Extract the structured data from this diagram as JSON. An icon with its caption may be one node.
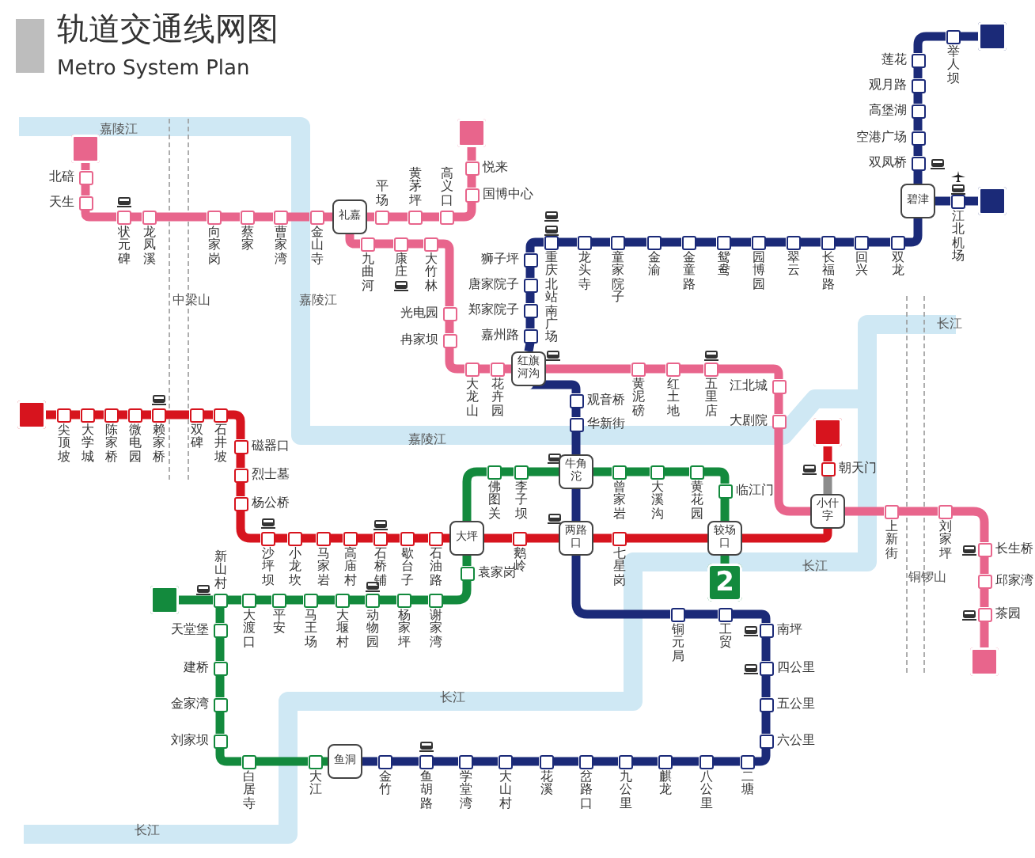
{
  "diagram": {
    "title": "轨道交通线网图",
    "nodes": [
      {
        "text": [],
        "shape": "box"
      },
      {
        "text": [],
        "shape": "box",
        "beside": [
          "北碚"
        ]
      },
      {
        "text": [],
        "shape": "box",
        "beside": [
          "天生"
        ]
      },
      {
        "text": [],
        "shape": "box",
        "beside": [
          "状元碑"
        ]
      },
      {
        "text": [],
        "shape": "box",
        "beside": [
          "龙凤溪"
        ]
      },
      {
        "text": [],
        "shape": "box",
        "beside": [
          "向家岗"
        ]
      },
      {
        "text": [],
        "shape": "box",
        "beside": [
          "蔡家"
        ]
      },
      {
        "text": [],
        "shape": "box",
        "beside": [
          "曹家湾"
        ]
      },
      {
        "text": [],
        "shape": "box",
        "beside": [
          "金山寺"
        ]
      },
      {
        "text": [
          "礼嘉"
        ]
      },
      {
        "text": [],
        "shape": "box",
        "beside": [
          "平场"
        ]
      },
      {
        "text": [],
        "shape": "box",
        "beside": [
          "黄茅坪"
        ]
      },
      {
        "text": [],
        "shape": "box",
        "beside": [
          "高义口"
        ]
      },
      {
        "text": [],
        "shape": "box",
        "beside": [
          "国博中心"
        ]
      },
      {
        "text": [],
        "shape": "box",
        "beside": [
          "悦来"
        ]
      },
      {
        "text": [],
        "shape": "box"
      },
      {
        "text": [],
        "shape": "box",
        "beside": [
          "九曲河"
        ]
      },
      {
        "text": [],
        "shape": "box",
        "beside": [
          "康庄"
        ]
      },
      {
        "text": [],
        "shape": "box",
        "beside": [
          "大竹林"
        ]
      },
      {
        "text": [],
        "shape": "box",
        "beside": [
          "光电园"
        ]
      },
      {
        "text": [],
        "shape": "box",
        "beside": [
          "冉家坝"
        ]
      },
      {
        "text": [],
        "shape": "box",
        "beside": [
          "大龙山"
        ]
      },
      {
        "text": [],
        "shape": "box",
        "beside": [
          "花卉园"
        ]
      },
      {
        "text": [
          "红旗河沟"
        ]
      },
      {
        "text": [],
        "shape": "box",
        "beside": [
          "黄泥磅"
        ]
      },
      {
        "text": [],
        "shape": "box",
        "beside": [
          "红土地"
        ]
      },
      {
        "text": [],
        "shape": "box",
        "beside": [
          "五里店"
        ]
      },
      {
        "text": [],
        "shape": "box",
        "beside": [
          "江北城"
        ]
      },
      {
        "text": [],
        "shape": "box",
        "beside": [
          "大剧院"
        ]
      },
      {
        "text": [
          "小什字"
        ]
      },
      {
        "text": [],
        "shape": "box",
        "beside": [
          "上新街"
        ]
      },
      {
        "text": [],
        "shape": "box",
        "beside": [
          "刘家坪"
        ]
      },
      {
        "text": [],
        "shape": "box",
        "beside": [
          "长生桥"
        ]
      },
      {
        "text": [],
        "shape": "box",
        "beside": [
          "邱家湾"
        ]
      },
      {
        "text": [],
        "shape": "box",
        "beside": [
          "茶园"
        ]
      },
      {
        "text": [],
        "shape": "box"
      },
      {
        "text": [],
        "shape": "box"
      },
      {
        "text": [],
        "shape": "box",
        "beside": [
          "朝天门"
        ]
      },
      {
        "text": [],
        "shape": "box"
      },
      {
        "text": [],
        "shape": "box",
        "beside": [
          "尖顶坡"
        ]
      },
      {
        "text": [],
        "shape": "box",
        "beside": [
          "大学城"
        ]
      },
      {
        "text": [],
        "shape": "box",
        "beside": [
          "陈家桥"
        ]
      },
      {
        "text": [],
        "shape": "box",
        "beside": [
          "微电园"
        ]
      },
      {
        "text": [],
        "shape": "box",
        "beside": [
          "赖家桥"
        ]
      },
      {
        "text": [],
        "shape": "box",
        "beside": [
          "双碑"
        ]
      },
      {
        "text": [],
        "shape": "box",
        "beside": [
          "石井坡"
        ]
      },
      {
        "text": [],
        "shape": "box",
        "beside": [
          "磁器口"
        ]
      },
      {
        "text": [],
        "shape": "box",
        "beside": [
          "烈士墓"
        ]
      },
      {
        "text": [],
        "shape": "box",
        "beside": [
          "杨公桥"
        ]
      },
      {
        "text": [],
        "shape": "box",
        "beside": [
          "沙坪坝"
        ]
      },
      {
        "text": [],
        "shape": "box",
        "beside": [
          "小龙坎"
        ]
      },
      {
        "text": [],
        "shape": "box",
        "beside": [
          "马家岩"
        ]
      },
      {
        "text": [],
        "shape": "box",
        "beside": [
          "高庙村"
        ]
      },
      {
        "text": [],
        "shape": "box",
        "beside": [
          "石桥铺"
        ]
      },
      {
        "text": [],
        "shape": "box",
        "beside": [
          "歇台子"
        ]
      },
      {
        "text": [],
        "shape": "box",
        "beside": [
          "石油路"
        ]
      },
      {
        "text": [
          "大坪"
        ]
      },
      {
        "text": [],
        "shape": "box",
        "beside": [
          "鹅岭"
        ]
      },
      {
        "text": [
          "两路口"
        ]
      },
      {
        "text": [],
        "shape": "box",
        "beside": [
          "七星岗"
        ]
      },
      {
        "text": [
          "较场口"
        ]
      },
      {
        "text": [],
        "shape": "box"
      },
      {
        "text": [],
        "shape": "box",
        "beside": [
          "举人坝"
        ]
      },
      {
        "text": [],
        "shape": "box",
        "beside": [
          "莲花"
        ]
      },
      {
        "text": [],
        "shape": "box",
        "beside": [
          "观月路"
        ]
      },
      {
        "text": [],
        "shape": "box",
        "beside": [
          "高堡湖"
        ]
      },
      {
        "text": [],
        "shape": "box",
        "beside": [
          "空港广场"
        ]
      },
      {
        "text": [],
        "shape": "box",
        "beside": [
          "双凤桥"
        ]
      },
      {
        "text": [
          "碧津"
        ]
      },
      {
        "text": [],
        "shape": "box",
        "beside": [
          "江北机场"
        ]
      },
      {
        "text": [],
        "shape": "box"
      },
      {
        "text": [],
        "shape": "box",
        "beside": [
          "双龙"
        ]
      },
      {
        "text": [],
        "shape": "box",
        "beside": [
          "回兴"
        ]
      },
      {
        "text": [],
        "shape": "box",
        "beside": [
          "长福路"
        ]
      },
      {
        "text": [],
        "shape": "box",
        "beside": [
          "翠云"
        ]
      },
      {
        "text": [],
        "shape": "box",
        "beside": [
          "园博园"
        ]
      },
      {
        "text": [],
        "shape": "box",
        "beside": [
          "鸳鸯"
        ]
      },
      {
        "text": [],
        "shape": "box",
        "beside": [
          "金童路"
        ]
      },
      {
        "text": [],
        "shape": "box",
        "beside": [
          "金渝"
        ]
      },
      {
        "text": [],
        "shape": "box",
        "beside": [
          "童家院子"
        ]
      },
      {
        "text": [],
        "shape": "box",
        "beside": [
          "龙头寺"
        ]
      },
      {
        "text": [],
        "shape": "box",
        "beside": [
          "重庆北站南广场"
        ]
      },
      {
        "text": [],
        "shape": "box",
        "beside": [
          "狮子坪"
        ]
      },
      {
        "text": [],
        "shape": "box",
        "beside": [
          "唐家院子"
        ]
      },
      {
        "text": [],
        "shape": "box",
        "beside": [
          "郑家院子"
        ]
      },
      {
        "text": [],
        "shape": "box",
        "beside": [
          "嘉州路"
        ]
      },
      {
        "text": [],
        "shape": "box",
        "beside": [
          "观音桥"
        ]
      },
      {
        "text": [],
        "shape": "box",
        "beside": [
          "华新街"
        ]
      },
      {
        "text": [
          "牛角沱"
        ]
      },
      {
        "text": [],
        "shape": "box",
        "beside": [
          "铜元局"
        ]
      },
      {
        "text": [],
        "shape": "box",
        "beside": [
          "工贸"
        ]
      },
      {
        "text": [],
        "shape": "box",
        "beside": [
          "南坪"
        ]
      },
      {
        "text": [],
        "shape": "box",
        "beside": [
          "四公里"
        ]
      },
      {
        "text": [],
        "shape": "box",
        "beside": [
          "五公里"
        ]
      },
      {
        "text": [],
        "shape": "box",
        "beside": [
          "六公里"
        ]
      },
      {
        "text": [],
        "shape": "box",
        "beside": [
          "二塘"
        ]
      },
      {
        "text": [],
        "shape": "box",
        "beside": [
          "八公里"
        ]
      },
      {
        "text": [],
        "shape": "box",
        "beside": [
          "麒龙"
        ]
      },
      {
        "text": [],
        "shape": "box",
        "beside": [
          "九公里"
        ]
      },
      {
        "text": [],
        "shape": "box",
        "beside": [
          "岔路口"
        ]
      },
      {
        "text": [],
        "shape": "box",
        "beside": [
          "花溪"
        ]
      },
      {
        "text": [],
        "shape": "box",
        "beside": [
          "大山村"
        ]
      },
      {
        "text": [],
        "shape": "box",
        "beside": [
          "学堂湾"
        ]
      },
      {
        "text": [],
        "shape": "box",
        "beside": [
          "鱼胡路"
        ]
      },
      {
        "text": [],
        "shape": "box",
        "beside": [
          "金竹"
        ]
      },
      {
        "text": [
          "鱼洞"
        ]
      },
      {
        "text": [
          "2"
        ]
      },
      {
        "text": [],
        "shape": "box",
        "beside": [
          "临江门"
        ]
      },
      {
        "text": [],
        "shape": "box",
        "beside": [
          "黄花园"
        ]
      },
      {
        "text": [],
        "shape": "box",
        "beside": [
          "大溪沟"
        ]
      },
      {
        "text": [],
        "shape": "box",
        "beside": [
          "曾家岩"
        ]
      },
      {
        "text": [],
        "shape": "box",
        "beside": [
          "李子坝"
        ]
      },
      {
        "text": [],
        "shape": "box",
        "beside": [
          "佛图关"
        ]
      },
      {
        "text": [],
        "shape": "box",
        "beside": [
          "袁家岗"
        ]
      },
      {
        "text": [],
        "shape": "box",
        "beside": [
          "谢家湾"
        ]
      },
      {
        "text": [],
        "shape": "box",
        "beside": [
          "杨家坪"
        ]
      },
      {
        "text": [],
        "shape": "box",
        "beside": [
          "动物园"
        ]
      },
      {
        "text": [],
        "shape": "box",
        "beside": [
          "大堰村"
        ]
      },
      {
        "text": [],
        "shape": "box",
        "beside": [
          "马王场"
        ]
      },
      {
        "text": [],
        "shape": "box",
        "beside": [
          "平安"
        ]
      },
      {
        "text": [],
        "shape": "box",
        "beside": [
          "大渡口"
        ]
      },
      {
        "text": [],
        "shape": "box",
        "beside": [
          "新山村"
        ]
      },
      {
        "text": [],
        "shape": "box"
      },
      {
        "text": [],
        "shape": "box",
        "beside": [
          "天堂堡"
        ]
      },
      {
        "text": [],
        "shape": "box",
        "beside": [
          "建桥"
        ]
      },
      {
        "text": [],
        "shape": "box",
        "beside": [
          "金家湾"
        ]
      },
      {
        "text": [],
        "shape": "box",
        "beside": [
          "刘家坝"
        ]
      },
      {
        "text": [],
        "shape": "box",
        "beside": [
          "白居寺"
        ]
      },
      {
        "text": [],
        "shape": "box",
        "beside": [
          "大江"
        ]
      }
    ],
    "edges": [
      {
        "from": 0,
        "to": 1,
        "arrow": "none",
        "color": "#e8658c"
      },
      {
        "from": 1,
        "to": 2,
        "arrow": "none",
        "color": "#e8658c"
      },
      {
        "from": 2,
        "to": 3,
        "arrow": "none",
        "color": "#e8658c"
      },
      {
        "from": 3,
        "to": 4,
        "arrow": "none",
        "color": "#e8658c"
      },
      {
        "from": 4,
        "to": 5,
        "arrow": "none",
        "color": "#e8658c"
      },
      {
        "from": 5,
        "to": 6,
        "arrow": "none",
        "color": "#e8658c"
      },
      {
        "from": 6,
        "to": 7,
        "arrow": "none",
        "color": "#e8658c"
      },
      {
        "from": 7,
        "to": 8,
        "arrow": "none",
        "color": "#e8658c"
      },
      {
        "from": 8,
        "to": 9,
        "arrow": "none",
        "color": "#e8658c"
      },
      {
        "from": 9,
        "to": 10,
        "arrow": "none",
        "color": "#e8658c"
      },
      {
        "from": 10,
        "to": 11,
        "arrow": "none",
        "color": "#e8658c"
      },
      {
        "from": 11,
        "to": 12,
        "arrow": "none",
        "color": "#e8658c"
      },
      {
        "from": 12,
        "to": 13,
        "arrow": "none",
        "color": "#e8658c"
      },
      {
        "from": 13,
        "to": 14,
        "arrow": "none",
        "color": "#e8658c"
      },
      {
        "from": 14,
        "to": 15,
        "arrow": "none",
        "color": "#e8658c"
      },
      {
        "from": 9,
        "to": 16,
        "arrow": "none",
        "color": "#e8658c"
      },
      {
        "from": 16,
        "to": 17,
        "arrow": "none",
        "color": "#e8658c"
      },
      {
        "from": 17,
        "to": 18,
        "arrow": "none",
        "color": "#e8658c"
      },
      {
        "from": 18,
        "to": 19,
        "arrow": "none",
        "color": "#e8658c"
      },
      {
        "from": 19,
        "to": 20,
        "arrow": "none",
        "color": "#e8658c"
      },
      {
        "from": 20,
        "to": 21,
        "arrow": "none",
        "color": "#e8658c"
      },
      {
        "from": 21,
        "to": 22,
        "arrow": "none",
        "color": "#e8658c"
      },
      {
        "from": 22,
        "to": 23,
        "arrow": "none",
        "color": "#e8658c"
      },
      {
        "from": 23,
        "to": 24,
        "arrow": "none",
        "color": "#e8658c"
      },
      {
        "from": 24,
        "to": 25,
        "arrow": "none",
        "color": "#e8658c"
      },
      {
        "from": 25,
        "to": 26,
        "arrow": "none",
        "color": "#e8658c"
      },
      {
        "from": 26,
        "to": 27,
        "arrow": "none",
        "color": "#e8658c"
      },
      {
        "from": 27,
        "to": 28,
        "arrow": "none",
        "color": "#e8658c"
      },
      {
        "from": 28,
        "to": 29,
        "arrow": "none",
        "color": "#e8658c"
      },
      {
        "from": 29,
        "to": 30,
        "arrow": "none",
        "color": "#e8658c"
      },
      {
        "from": 30,
        "to": 31,
        "arrow": "none",
        "color": "#e8658c"
      },
      {
        "from": 31,
        "to": 32,
        "arrow": "none",
        "color": "#e8658c"
      },
      {
        "from": 32,
        "to": 33,
        "arrow": "none",
        "color": "#e8658c"
      },
      {
        "from": 33,
        "to": 34,
        "arrow": "none",
        "color": "#e8658c"
      },
      {
        "from": 34,
        "to": 35,
        "arrow": "none",
        "color": "#e8658c"
      },
      {
        "from": 36,
        "to": 37,
        "arrow": "none",
        "color": "#d7141e"
      },
      {
        "from": 37,
        "to": 29,
        "arrow": "none",
        "color": "#8c8c8c"
      },
      {
        "from": 38,
        "to": 39,
        "arrow": "none",
        "color": "#d7141e"
      },
      {
        "from": 39,
        "to": 40,
        "arrow": "none",
        "color": "#d7141e"
      },
      {
        "from": 40,
        "to": 41,
        "arrow": "none",
        "color": "#d7141e"
      },
      {
        "from": 41,
        "to": 42,
        "arrow": "none",
        "color": "#d7141e"
      },
      {
        "from": 42,
        "to": 43,
        "arrow": "none",
        "color": "#d7141e"
      },
      {
        "from": 43,
        "to": 44,
        "arrow": "none",
        "color": "#d7141e"
      },
      {
        "from": 44,
        "to": 45,
        "arrow": "none",
        "color": "#d7141e"
      },
      {
        "from": 45,
        "to": 46,
        "arrow": "none",
        "color": "#d7141e"
      },
      {
        "from": 46,
        "to": 47,
        "arrow": "none",
        "color": "#d7141e"
      },
      {
        "from": 47,
        "to": 48,
        "arrow": "none",
        "color": "#d7141e"
      },
      {
        "from": 48,
        "to": 49,
        "arrow": "none",
        "color": "#d7141e"
      },
      {
        "from": 49,
        "to": 50,
        "arrow": "none",
        "color": "#d7141e"
      },
      {
        "from": 50,
        "to": 51,
        "arrow": "none",
        "color": "#d7141e"
      },
      {
        "from": 51,
        "to": 52,
        "arrow": "none",
        "color": "#d7141e"
      },
      {
        "from": 52,
        "to": 53,
        "arrow": "none",
        "color": "#d7141e"
      },
      {
        "from": 53,
        "to": 54,
        "arrow": "none",
        "color": "#d7141e"
      },
      {
        "from": 54,
        "to": 55,
        "arrow": "none",
        "color": "#d7141e"
      },
      {
        "from": 55,
        "to": 56,
        "arrow": "none",
        "color": "#d7141e"
      },
      {
        "from": 56,
        "to": 57,
        "arrow": "none",
        "color": "#d7141e"
      },
      {
        "from": 57,
        "to": 58,
        "arrow": "none",
        "color": "#d7141e"
      },
      {
        "from": 58,
        "to": 59,
        "arrow": "none",
        "color": "#d7141e"
      },
      {
        "from": 59,
        "to": 60,
        "arrow": "none",
        "color": "#d7141e"
      },
      {
        "from": 60,
        "to": 29,
        "arrow": "none",
        "color": "#d7141e"
      },
      {
        "from": 61,
        "to": 62,
        "arrow": "none",
        "color": "#1b2a78"
      },
      {
        "from": 62,
        "to": 63,
        "arrow": "none",
        "color": "#1b2a78"
      },
      {
        "from": 63,
        "to": 64,
        "arrow": "none",
        "color": "#1b2a78"
      },
      {
        "from": 64,
        "to": 65,
        "arrow": "none",
        "color": "#1b2a78"
      },
      {
        "from": 65,
        "to": 66,
        "arrow": "none",
        "color": "#1b2a78"
      },
      {
        "from": 66,
        "to": 67,
        "arrow": "none",
        "color": "#1b2a78"
      },
      {
        "from": 67,
        "to": 68,
        "arrow": "none",
        "color": "#1b2a78"
      },
      {
        "from": 68,
        "to": 69,
        "arrow": "none",
        "color": "#1b2a78"
      },
      {
        "from": 69,
        "to": 70,
        "arrow": "none",
        "color": "#1b2a78"
      },
      {
        "from": 68,
        "to": 71,
        "arrow": "none",
        "color": "#1b2a78"
      },
      {
        "from": 71,
        "to": 72,
        "arrow": "none",
        "color": "#1b2a78"
      },
      {
        "from": 72,
        "to": 73,
        "arrow": "none",
        "color": "#1b2a78"
      },
      {
        "from": 73,
        "to": 74,
        "arrow": "none",
        "color": "#1b2a78"
      },
      {
        "from": 74,
        "to": 75,
        "arrow": "none",
        "color": "#1b2a78"
      },
      {
        "from": 75,
        "to": 76,
        "arrow": "none",
        "color": "#1b2a78"
      },
      {
        "from": 76,
        "to": 77,
        "arrow": "none",
        "color": "#1b2a78"
      },
      {
        "from": 77,
        "to": 78,
        "arrow": "none",
        "color": "#1b2a78"
      },
      {
        "from": 78,
        "to": 79,
        "arrow": "none",
        "color": "#1b2a78"
      },
      {
        "from": 79,
        "to": 80,
        "arrow": "none",
        "color": "#1b2a78"
      },
      {
        "from": 80,
        "to": 81,
        "arrow": "none",
        "color": "#1b2a78"
      },
      {
        "from": 81,
        "to": 82,
        "arrow": "none",
        "color": "#1b2a78"
      },
      {
        "from": 82,
        "to": 83,
        "arrow": "none",
        "color": "#1b2a78"
      },
      {
        "from": 83,
        "to": 84,
        "arrow": "none",
        "color": "#1b2a78"
      },
      {
        "from": 84,
        "to": 85,
        "arrow": "none",
        "color": "#1b2a78"
      },
      {
        "from": 85,
        "to": 23,
        "arrow": "none",
        "color": "#1b2a78"
      },
      {
        "from": 23,
        "to": 86,
        "arrow": "none",
        "color": "#1b2a78"
      },
      {
        "from": 86,
        "to": 87,
        "arrow": "none",
        "color": "#1b2a78"
      },
      {
        "from": 87,
        "to": 88,
        "arrow": "none",
        "color": "#1b2a78"
      },
      {
        "from": 88,
        "to": 58,
        "arrow": "none",
        "color": "#1b2a78"
      },
      {
        "from": 58,
        "to": 89,
        "arrow": "none",
        "color": "#1b2a78"
      },
      {
        "from": 89,
        "to": 90,
        "arrow": "none",
        "color": "#1b2a78"
      },
      {
        "from": 90,
        "to": 91,
        "arrow": "none",
        "color": "#1b2a78"
      },
      {
        "from": 91,
        "to": 92,
        "arrow": "none",
        "color": "#1b2a78"
      },
      {
        "from": 92,
        "to": 93,
        "arrow": "none",
        "color": "#1b2a78"
      },
      {
        "from": 93,
        "to": 94,
        "arrow": "none",
        "color": "#1b2a78"
      },
      {
        "from": 94,
        "to": 95,
        "arrow": "none",
        "color": "#1b2a78"
      },
      {
        "from": 95,
        "to": 96,
        "arrow": "none",
        "color": "#1b2a78"
      },
      {
        "from": 96,
        "to": 97,
        "arrow": "none",
        "color": "#1b2a78"
      },
      {
        "from": 97,
        "to": 98,
        "arrow": "none",
        "color": "#1b2a78"
      },
      {
        "from": 98,
        "to": 99,
        "arrow": "none",
        "color": "#1b2a78"
      },
      {
        "from": 99,
        "to": 100,
        "arrow": "none",
        "color": "#1b2a78"
      },
      {
        "from": 100,
        "to": 101,
        "arrow": "none",
        "color": "#1b2a78"
      },
      {
        "from": 101,
        "to": 102,
        "arrow": "none",
        "color": "#1b2a78"
      },
      {
        "from": 102,
        "to": 103,
        "arrow": "none",
        "color": "#1b2a78"
      },
      {
        "from": 103,
        "to": 104,
        "arrow": "none",
        "color": "#1b2a78"
      },
      {
        "from": 104,
        "to": 105,
        "arrow": "none",
        "color": "#1b2a78"
      },
      {
        "from": 60,
        "to": 106,
        "arrow": "none",
        "color": "#138a3d"
      },
      {
        "from": 60,
        "to": 107,
        "arrow": "none",
        "color": "#138a3d"
      },
      {
        "from": 107,
        "to": 108,
        "arrow": "none",
        "color": "#138a3d"
      },
      {
        "from": 108,
        "to": 109,
        "arrow": "none",
        "color": "#138a3d"
      },
      {
        "from": 109,
        "to": 110,
        "arrow": "none",
        "color": "#138a3d"
      },
      {
        "from": 110,
        "to": 88,
        "arrow": "none",
        "color": "#138a3d"
      },
      {
        "from": 88,
        "to": 111,
        "arrow": "none",
        "color": "#138a3d"
      },
      {
        "from": 111,
        "to": 112,
        "arrow": "none",
        "color": "#138a3d"
      },
      {
        "from": 112,
        "to": 56,
        "arrow": "none",
        "color": "#138a3d"
      },
      {
        "from": 56,
        "to": 113,
        "arrow": "none",
        "color": "#138a3d"
      },
      {
        "from": 113,
        "to": 114,
        "arrow": "none",
        "color": "#138a3d"
      },
      {
        "from": 114,
        "to": 115,
        "arrow": "none",
        "color": "#138a3d"
      },
      {
        "from": 115,
        "to": 116,
        "arrow": "none",
        "color": "#138a3d"
      },
      {
        "from": 116,
        "to": 117,
        "arrow": "none",
        "color": "#138a3d"
      },
      {
        "from": 117,
        "to": 118,
        "arrow": "none",
        "color": "#138a3d"
      },
      {
        "from": 118,
        "to": 119,
        "arrow": "none",
        "color": "#138a3d"
      },
      {
        "from": 119,
        "to": 120,
        "arrow": "none",
        "color": "#138a3d"
      },
      {
        "from": 120,
        "to": 121,
        "arrow": "none",
        "color": "#138a3d"
      },
      {
        "from": 121,
        "to": 122,
        "arrow": "none",
        "color": "#138a3d"
      },
      {
        "from": 121,
        "to": 123,
        "arrow": "none",
        "color": "#138a3d"
      },
      {
        "from": 123,
        "to": 124,
        "arrow": "none",
        "color": "#138a3d"
      },
      {
        "from": 124,
        "to": 125,
        "arrow": "none",
        "color": "#138a3d"
      },
      {
        "from": 125,
        "to": 126,
        "arrow": "none",
        "color": "#138a3d"
      },
      {
        "from": 126,
        "to": 127,
        "arrow": "none",
        "color": "#138a3d"
      },
      {
        "from": 127,
        "to": 128,
        "arrow": "none",
        "color": "#138a3d"
      },
      {
        "from": 128,
        "to": 105,
        "arrow": "none",
        "color": "#138a3d"
      }
    ],
    "labels": [
      "Metro System Plan",
      "嘉陵江",
      "中梁山",
      "嘉陵江",
      "长江",
      "嘉陵江",
      "铜锣山",
      "长江",
      "长江",
      "长江"
    ]
  }
}
